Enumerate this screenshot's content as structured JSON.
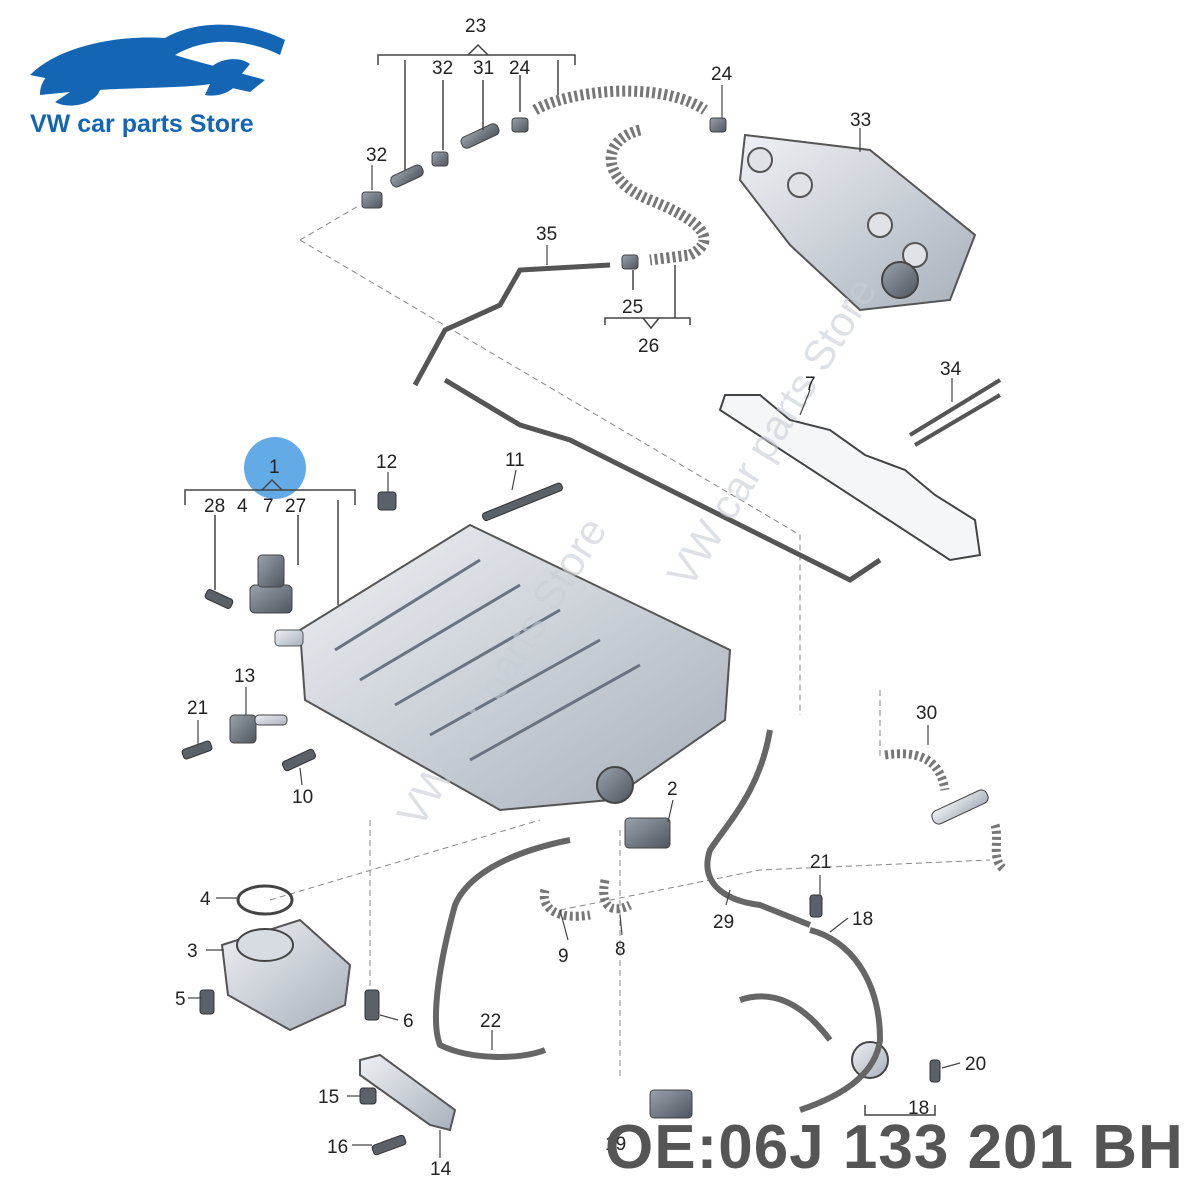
{
  "brand": {
    "store_name": "VW car parts Store",
    "logo_icon": "car-wrench-logo-icon",
    "brand_color": "#1565b5"
  },
  "watermarks": [
    "VW car parts Store",
    "VW car parts Store"
  ],
  "part_number": "OE:06J 133 201 BH",
  "highlight_color": "#5aa6e6",
  "callouts": {
    "c1": "1",
    "c2": "2",
    "c3": "3",
    "c4a": "4",
    "c4b": "4",
    "c5": "5",
    "c6": "6",
    "c7a": "7",
    "c7b": "7",
    "c8": "8",
    "c9": "9",
    "c10": "10",
    "c11": "11",
    "c12": "12",
    "c13": "13",
    "c14": "14",
    "c15": "15",
    "c16": "16",
    "c18a": "18",
    "c18b": "18",
    "c19": "19",
    "c20": "20",
    "c21a": "21",
    "c21b": "21",
    "c22": "22",
    "c23": "23",
    "c24a": "24",
    "c24b": "24",
    "c25": "25",
    "c26": "26",
    "c27": "27",
    "c28": "28",
    "c29": "29",
    "c30": "30",
    "c31": "31",
    "c32a": "32",
    "c32b": "32",
    "c33": "33",
    "c34": "34",
    "c35": "35"
  }
}
